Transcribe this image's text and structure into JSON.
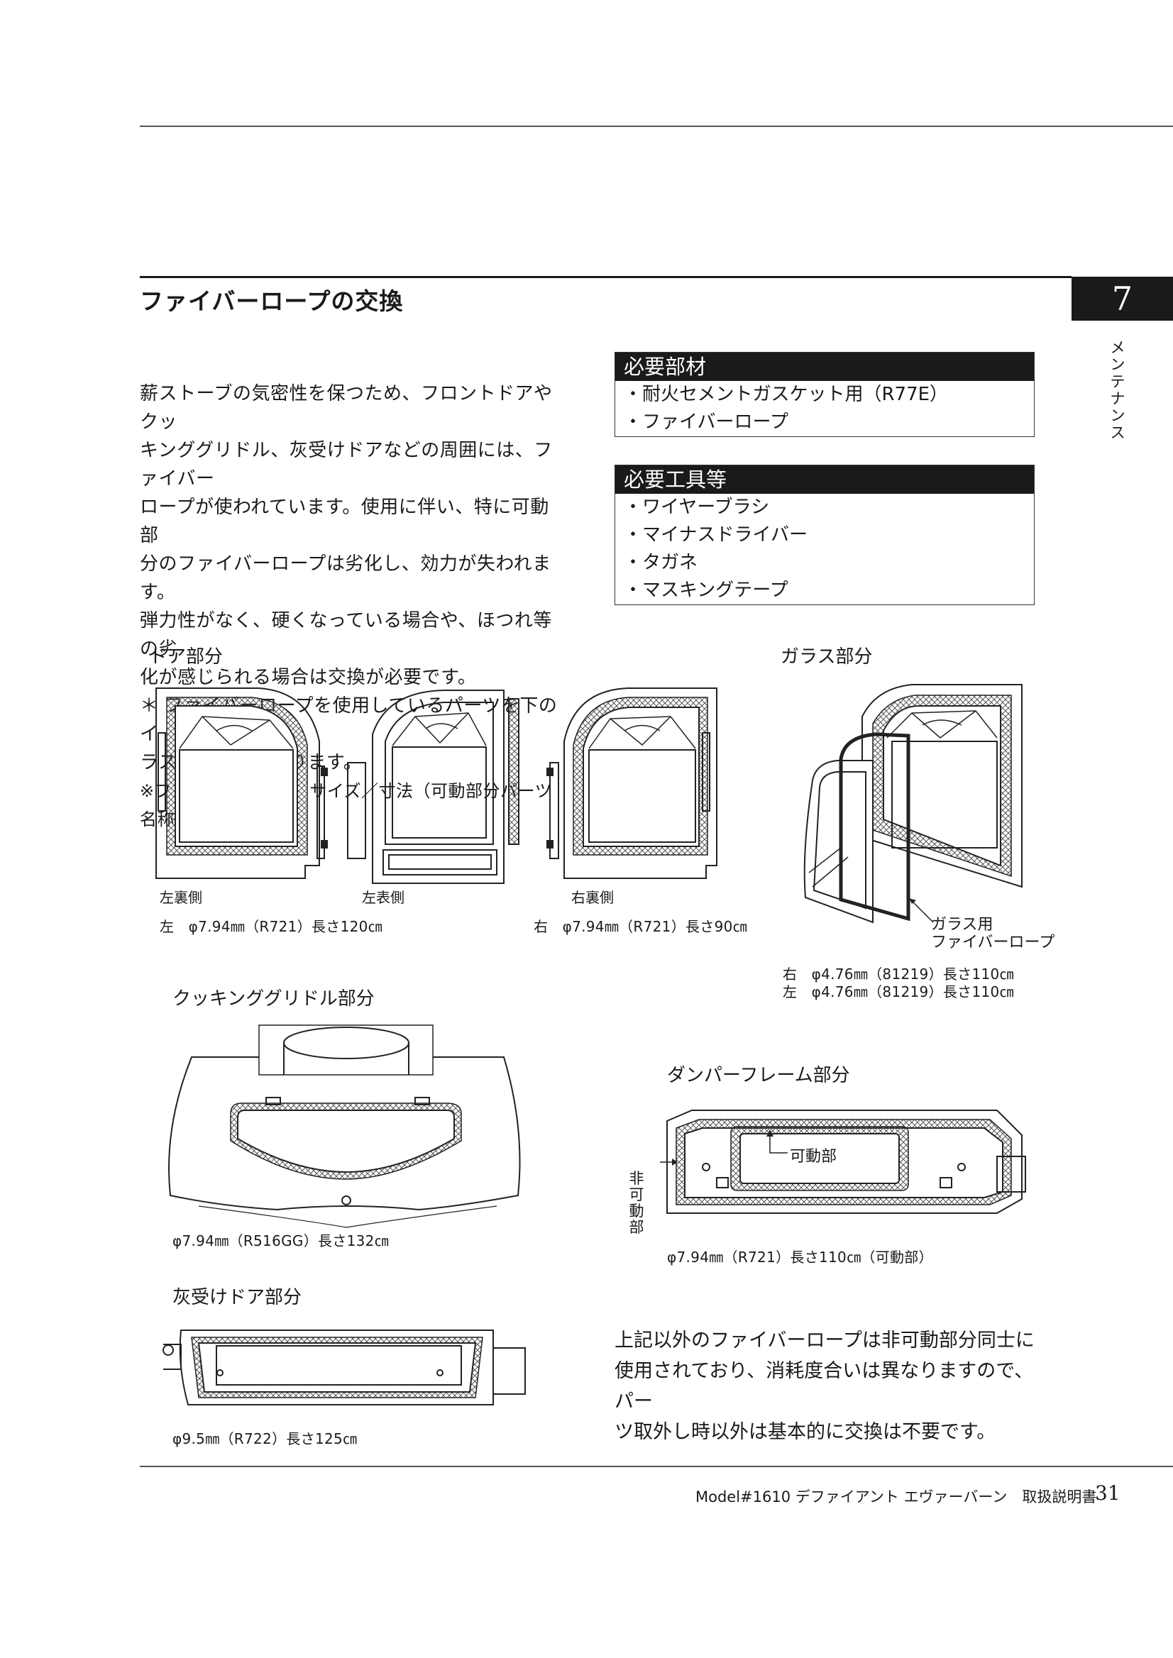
{
  "header": {
    "title": "ファイバーロープの交換",
    "chapter_number": "7",
    "chapter_label": [
      "メ",
      "ン",
      "テ",
      "ナ",
      "ン",
      "ス"
    ]
  },
  "intro": [
    "薪ストーブの気密性を保つため、フロントドアやクッ",
    "キンググリドル、灰受けドアなどの周囲には、ファイバー",
    "ロープが使われています。使用に伴い、特に可動部",
    "分のファイバーロープは劣化し、効力が失われます。",
    "弾力性がなく、硬くなっている場合や、ほつれ等の劣",
    "化が感じられる場合は交換が必要です。",
    "＊ ファイバーロープを使用しているパーツを下のイ",
    "ラストで示してあります。",
    "※ファイバーロープ　サイズ／寸法（可動部分パーツ名称）"
  ],
  "materials": {
    "heading": "必要部材",
    "items": [
      "・耐火セメントガスケット用（R77E）",
      "・ファイバーロープ"
    ]
  },
  "tools": {
    "heading": "必要工具等",
    "items": [
      "・ワイヤーブラシ",
      "・マイナスドライバー",
      "・タガネ",
      "・マスキングテープ"
    ]
  },
  "door": {
    "heading": "ドア部分",
    "left_back": "左裏側",
    "left_front": "左表側",
    "right_back": "右裏側",
    "spec_left": "左　φ7.94㎜（R721）長さ120㎝",
    "spec_right": "右　φ7.94㎜（R721）長さ90㎝"
  },
  "glass": {
    "heading": "ガラス部分",
    "callout_line1": "ガラス用",
    "callout_line2": "ファイバーロープ",
    "spec_right": "右　φ4.76㎜（81219）長さ110㎝",
    "spec_left": "左　φ4.76㎜（81219）長さ110㎝"
  },
  "griddle": {
    "heading": "クッキンググリドル部分",
    "spec": "φ7.94㎜（R516GG）長さ132㎝"
  },
  "damper": {
    "heading": "ダンパーフレーム部分",
    "movable": "可動部",
    "non_movable": [
      "非",
      "可",
      "動",
      "部"
    ],
    "spec": "φ7.94㎜（R721）長さ110㎝（可動部）"
  },
  "ash_door": {
    "heading": "灰受けドア部分",
    "spec": "φ9.5㎜（R722）長さ125㎝"
  },
  "note": [
    "上記以外のファイバーロープは非可動部分同士に",
    "使用されており、消耗度合いは異なりますので、パー",
    "ツ取外し時以外は基本的に交換は不要です。"
  ],
  "footer": {
    "model": "Model#1610 デファイアント エヴァーバーン　取扱説明書",
    "page": "31"
  }
}
